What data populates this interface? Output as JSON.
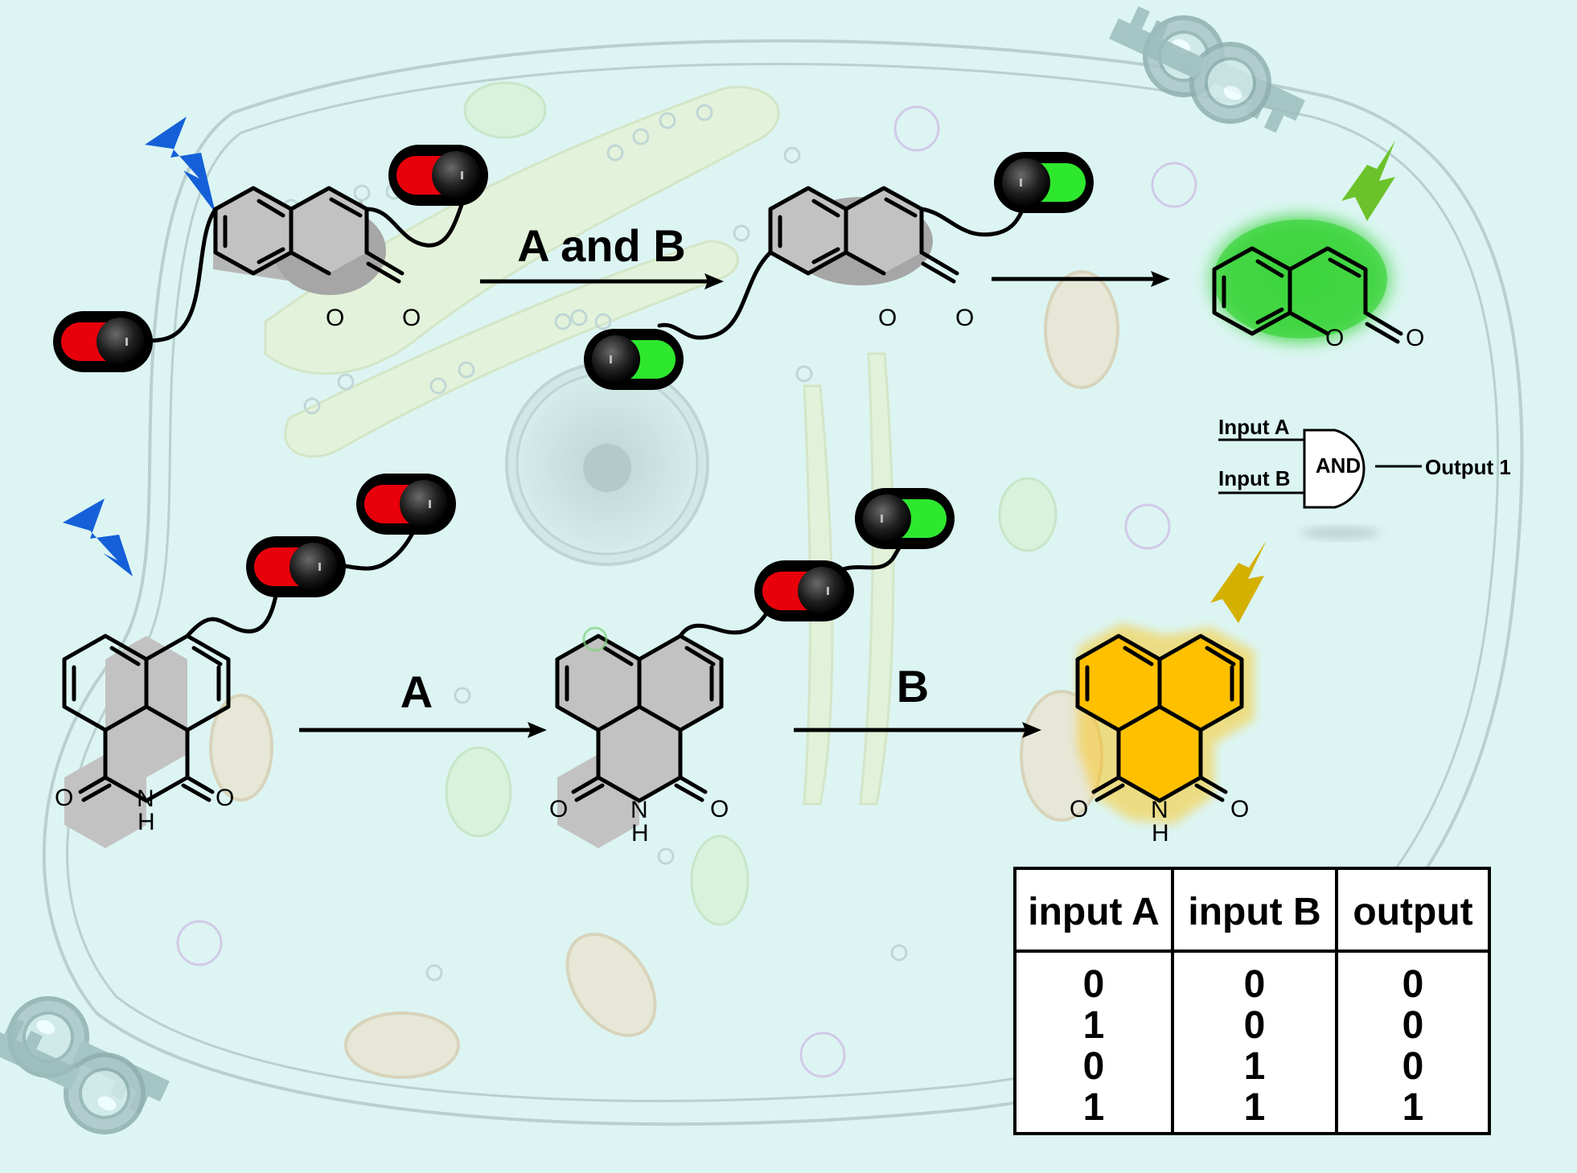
{
  "reactions": {
    "top_arrow_label": "A and B",
    "bottom_arrow1_label": "A",
    "bottom_arrow2_label": "B"
  },
  "atoms": {
    "O": "O",
    "N": "N",
    "H": "H"
  },
  "gate": {
    "input_a": "Input A",
    "input_b": "Input B",
    "name": "AND",
    "output": "Output 1"
  },
  "truth_table": {
    "headers": [
      "input A",
      "input B",
      "output"
    ],
    "rows": [
      [
        "0",
        "0",
        "0"
      ],
      [
        "1",
        "0",
        "0"
      ],
      [
        "0",
        "1",
        "0"
      ],
      [
        "1",
        "1",
        "1"
      ]
    ]
  },
  "colors": {
    "background": "#dcf5f3",
    "switch_off": "#e8000b",
    "switch_on": "#2ee82e",
    "green_glow": "#3ad43a",
    "orange_fill": "#ffc000",
    "lightning_blue": "#1560d8",
    "lightning_green": "#6cc22a",
    "lightning_yellow": "#d4b000",
    "core_grey": "#bdbdbd"
  },
  "icons": [
    "key-icon",
    "lightning-icon",
    "toggle-switch-icon"
  ]
}
